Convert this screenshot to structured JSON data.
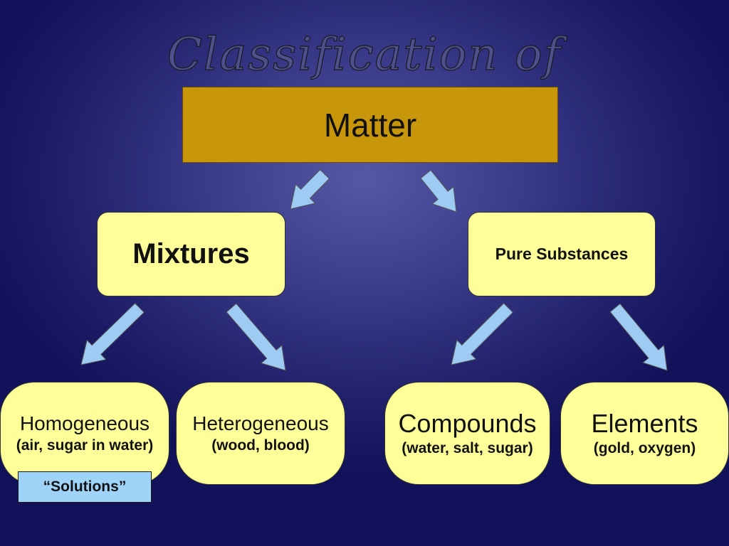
{
  "title": "Classification of",
  "root": {
    "label": "Matter"
  },
  "level1": {
    "mixtures": "Mixtures",
    "pure_substances": "Pure Substances"
  },
  "level2": {
    "homogeneous": {
      "name": "Homogeneous",
      "examples": "(air, sugar in water)"
    },
    "heterogeneous": {
      "name": "Heterogeneous",
      "examples": "(wood, blood)"
    },
    "compounds": {
      "name": "Compounds",
      "examples": "(water, salt, sugar)"
    },
    "elements": {
      "name": "Elements",
      "examples": "(gold, oxygen)"
    }
  },
  "note": "“Solutions”",
  "colors": {
    "background": "#23236e",
    "matter_box": "#c8960a",
    "node_fill": "#ffff99",
    "arrow_fill": "#9dcbf3",
    "note_fill": "#9fd4f8"
  }
}
